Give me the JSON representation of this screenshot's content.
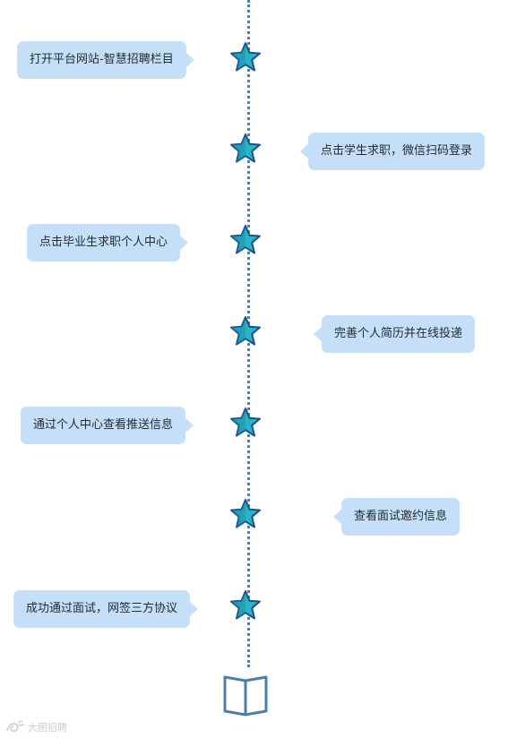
{
  "colors": {
    "line": "#4a7fad",
    "bubble": "#c6dff8",
    "star_fill": "#2bb3c4",
    "star_stroke": "#1b4f8a",
    "book_stroke": "#4a7fad"
  },
  "steps": [
    {
      "label": "打开平台网站-智慧招聘栏目",
      "side": "left"
    },
    {
      "label": "点击学生求职，微信扫码登录",
      "side": "right"
    },
    {
      "label": "点击毕业生求职个人中心",
      "side": "left"
    },
    {
      "label": "完善个人简历并在线投递",
      "side": "right"
    },
    {
      "label": "通过个人中心查看推送信息",
      "side": "left"
    },
    {
      "label": "查看面试邀约信息",
      "side": "right"
    },
    {
      "label": "成功通过面试，网签三方协议",
      "side": "left"
    }
  ],
  "icons": {
    "milestone": "star-icon",
    "end": "open-book-icon",
    "watermark": "brand-logo-icon"
  },
  "watermark": {
    "text": "大图招聘"
  }
}
